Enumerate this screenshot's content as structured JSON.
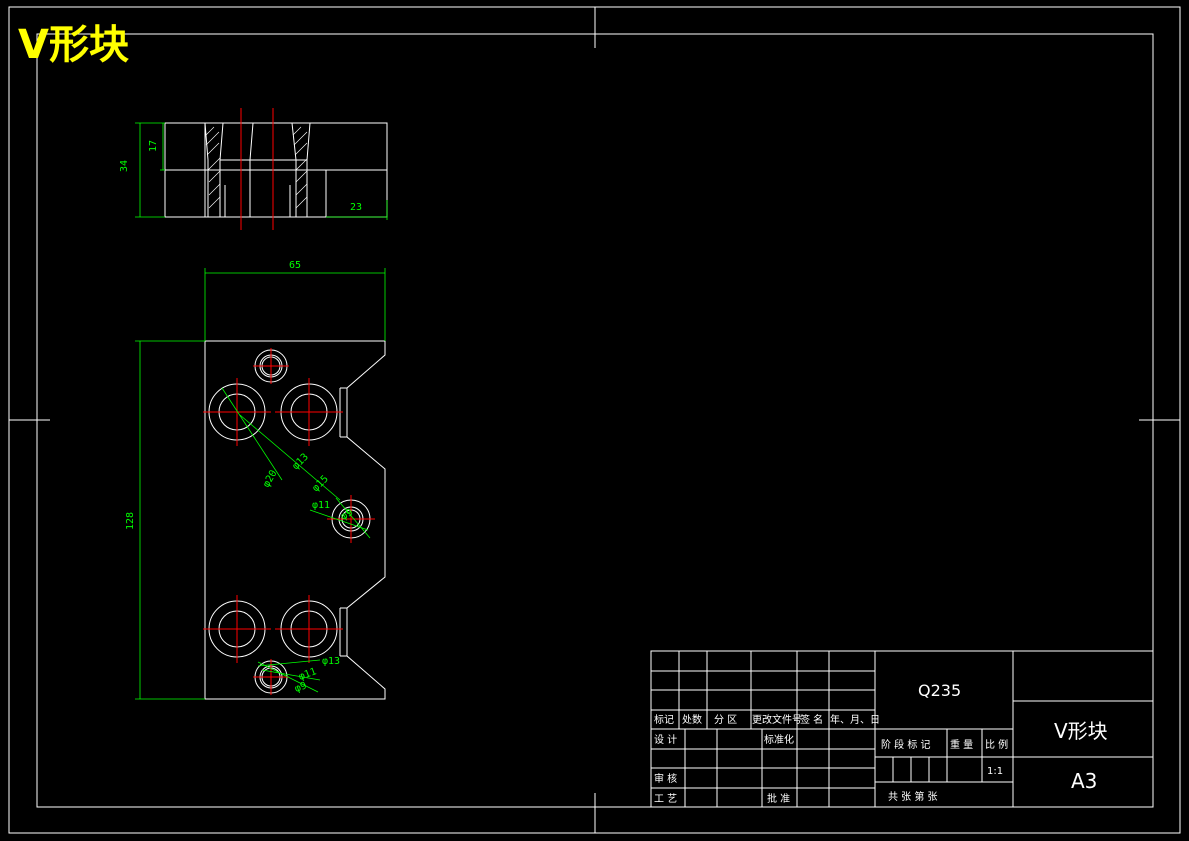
{
  "drawing": {
    "title": "V形块",
    "colors": {
      "background": "#000000",
      "outline": "#ffffff",
      "dimension": "#00ff00",
      "centerline": "#ff0000",
      "title": "#ffff00"
    }
  },
  "dimensions": {
    "total_height_top": "34",
    "upper_height_top": "17",
    "right_step": "23",
    "width": "65",
    "height": "128",
    "dia_20": "φ20",
    "dia_13a": "φ13",
    "dia_15": "φ15",
    "dia_11": "φ11",
    "dia_9a": "φ9",
    "dia_13b": "φ13",
    "dia_11b": "φ11",
    "dia_9b": "φ9"
  },
  "title_block": {
    "material": "Q235",
    "part_name": "V形块",
    "sheet_size": "A3",
    "scale": "1:1",
    "headers": {
      "mark": "标记",
      "count": "处数",
      "zone": "分 区",
      "doc_no": "更改文件号",
      "sign": "签 名",
      "date": "年、月、日"
    },
    "rows": {
      "design": "设 计",
      "standard": "标准化",
      "check": "审 核",
      "process": "工 艺",
      "approve": "批 准"
    },
    "stage_mark": "阶 段 标 记",
    "weight": "重 量",
    "ratio": "比 例",
    "sheets": "共    张  第    张"
  }
}
